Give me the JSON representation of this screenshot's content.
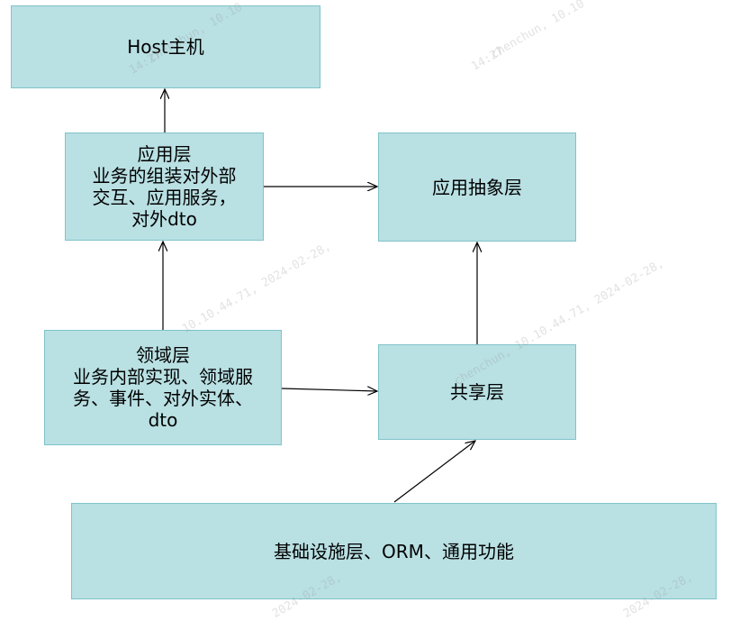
{
  "boxes": {
    "host": {
      "lines": [
        "Host主机"
      ]
    },
    "app": {
      "lines": [
        "应用层",
        "业务的组装对外部",
        "交互、应用服务，",
        "对外dto"
      ]
    },
    "abstract": {
      "lines": [
        "应用抽象层"
      ]
    },
    "domain": {
      "lines": [
        "领域层",
        "业务内部实现、领域服",
        "务、事件、对外实体、",
        "dto"
      ]
    },
    "shared": {
      "lines": [
        "共享层"
      ]
    },
    "infra": {
      "lines": [
        "基础设施层、ORM、通用功能"
      ]
    }
  },
  "colors": {
    "box_fill": "#b9e0e3",
    "box_border": "#7fc3ca",
    "arrow": "#000000"
  },
  "watermarks": [
    {
      "text": "chenchun, 10.10",
      "sub": "14:27"
    },
    {
      "text": "chenchun, 10.10",
      "sub": "14:27"
    },
    {
      "text": "10.10.44.71, 2024-02-28,"
    },
    {
      "text": "chenchun, 10.10.44.71, 2024-02-28,"
    },
    {
      "text": "2024-02-28,"
    },
    {
      "text": "2024-02-28,"
    }
  ]
}
